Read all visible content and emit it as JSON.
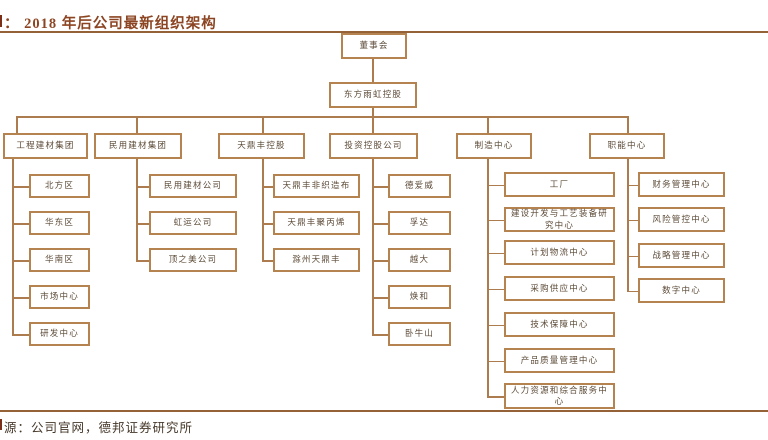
{
  "title": "： 2018 年后公司最新组织架构",
  "source": "源：公司官网，德邦证券研究所",
  "root": "董事会",
  "holding": "东方雨虹控股",
  "columns": [
    {
      "label": "工程建材集团",
      "children": [
        "北方区",
        "华东区",
        "华南区",
        "市场中心",
        "研发中心"
      ]
    },
    {
      "label": "民用建材集团",
      "children": [
        "民用建材公司",
        "虹运公司",
        "顶之美公司"
      ]
    },
    {
      "label": "天鼎丰控股",
      "children": [
        "天鼎丰非织造布",
        "天鼎丰聚丙烯",
        "滁州天鼎丰"
      ]
    },
    {
      "label": "投资控股公司",
      "children": [
        "德爱威",
        "孚达",
        "越大",
        "焕和",
        "卧牛山"
      ]
    },
    {
      "label": "制造中心",
      "children": [
        "工厂",
        "建设开发与工艺装备研究中心",
        "计划物流中心",
        "采购供应中心",
        "技术保障中心",
        "产品质量管理中心",
        "人力资源和综合服务中心"
      ]
    },
    {
      "label": "职能中心",
      "children": [
        "财务管理中心",
        "风险管控中心",
        "战略管理中心",
        "数字中心"
      ]
    }
  ]
}
